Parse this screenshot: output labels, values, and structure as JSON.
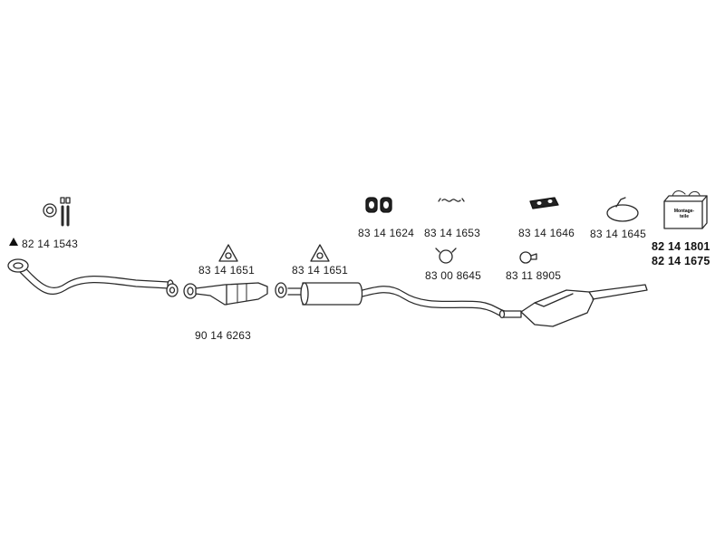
{
  "parts": {
    "front_pipe_set": "82 14 1543",
    "gasket_1": "83 14 1651",
    "gasket_2": "83 14 1651",
    "catalytic_converter": "90 14 6263",
    "rubber_mounts": "83 14 1624",
    "spring_clip": "83 14 1653",
    "clamp_ring": "83 00 8645",
    "mount_block": "83 14 1646",
    "hanger_ring": "83 14 1645",
    "pipe_clamp": "83 11 8905",
    "mounting_kit_1": "82 14 1801",
    "mounting_kit_2": "82 14 1675",
    "mounting_box_text": "Montage-\nteile"
  },
  "colors": {
    "line": "#2a2a2a",
    "fill": "#ffffff",
    "dark": "#111111"
  }
}
